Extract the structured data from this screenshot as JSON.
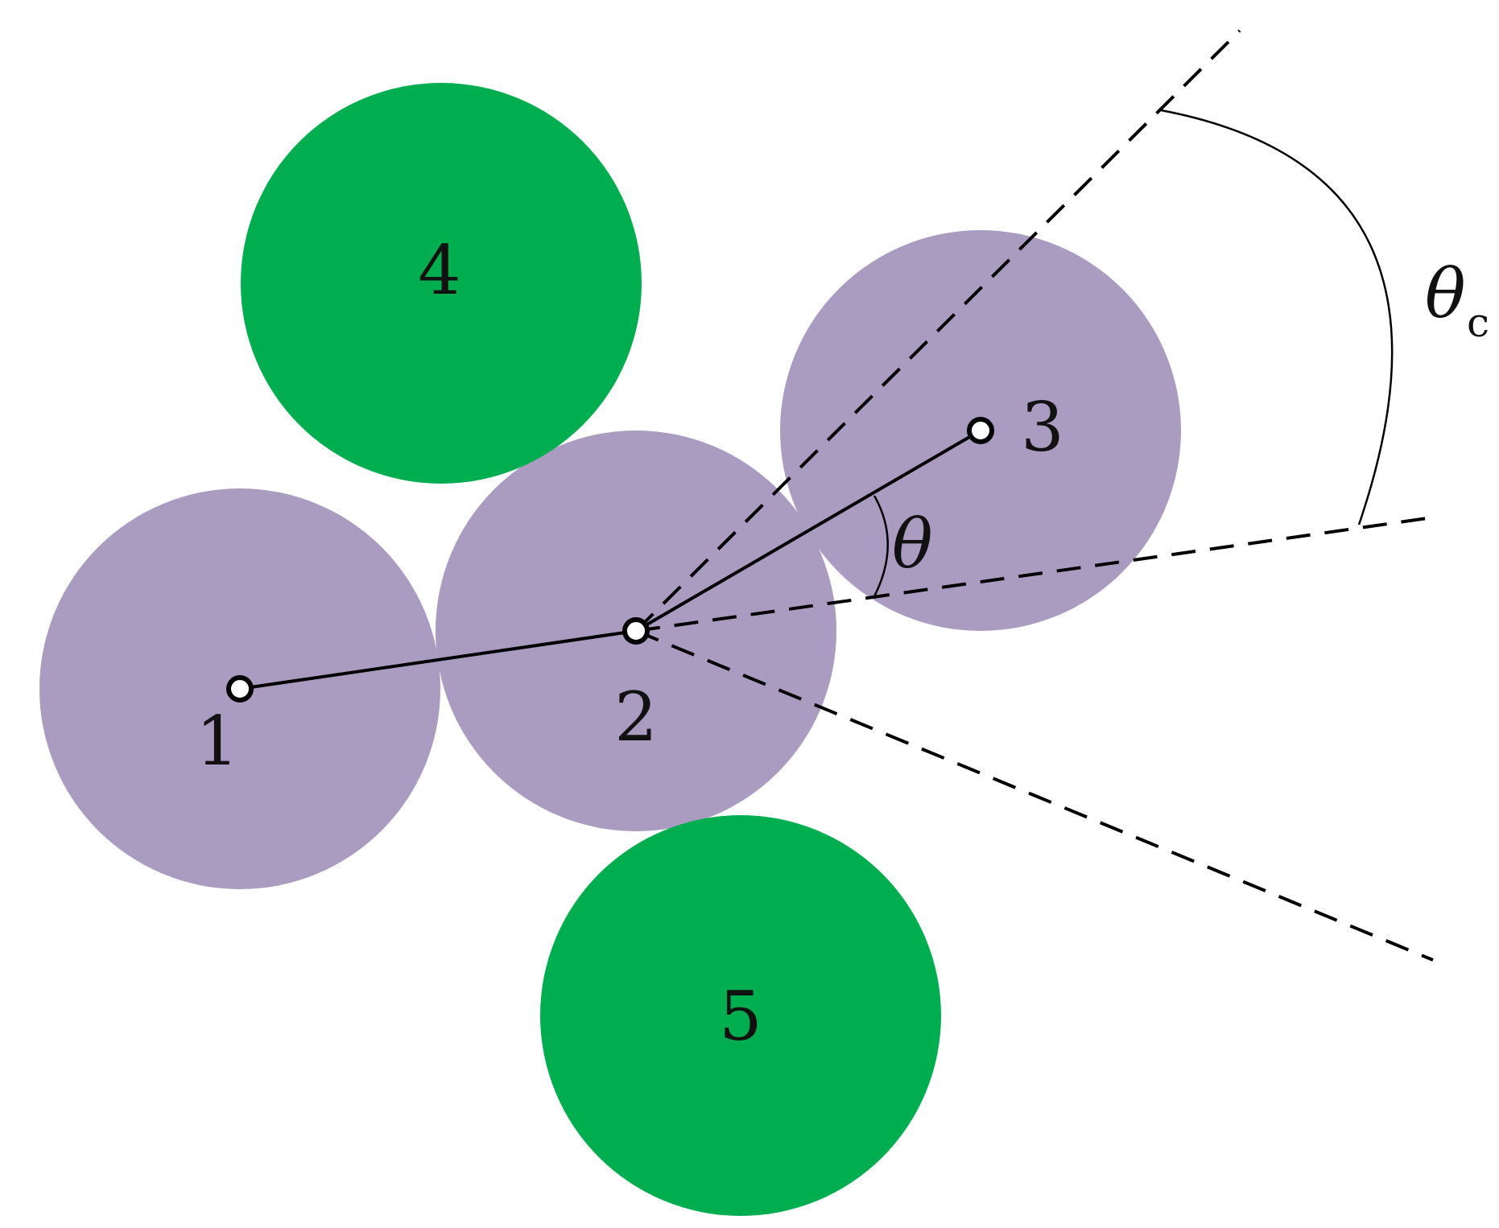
{
  "colors": {
    "neighbor_particle": "#aa9cc0",
    "excluded_particle": "#00ad4f",
    "line": "#000000",
    "node_fill": "#ffffff"
  },
  "particles": [
    {
      "id": "1",
      "label": "1",
      "group": "neighbor"
    },
    {
      "id": "2",
      "label": "2",
      "group": "neighbor"
    },
    {
      "id": "3",
      "label": "3",
      "group": "neighbor"
    },
    {
      "id": "4",
      "label": "4",
      "group": "excluded"
    },
    {
      "id": "5",
      "label": "5",
      "group": "excluded"
    }
  ],
  "bonds": [
    {
      "from": "1",
      "to": "2"
    },
    {
      "from": "2",
      "to": "3"
    }
  ],
  "angles": {
    "theta": {
      "label": "θ"
    },
    "theta_c": {
      "label": "θ",
      "subscript": "c"
    }
  }
}
